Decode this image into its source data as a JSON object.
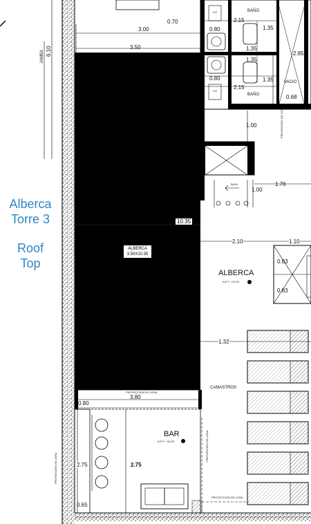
{
  "side_title": {
    "line1": "Alberca",
    "line2": "Torre 3",
    "line3": "Roof",
    "line4": "Top"
  },
  "dims": {
    "d300": "3.00",
    "d070": "0.70",
    "d350": "3.50",
    "d610": "6.10",
    "d215a": "2.15",
    "d135a": "1.35",
    "d080a": "0.80",
    "d135b": "1.35",
    "d135c": "1.35",
    "d080b": "0.80",
    "d215b": "2.15",
    "d135d": "1.35",
    "d285": "2.85",
    "d068": "0.68",
    "d100a": "1.00",
    "d176": "1.76",
    "d100b": "1.00",
    "d1035": "10.35",
    "d210": "2.10",
    "d110": "1.10",
    "d083a": "0.83",
    "d083b": "0.83",
    "d132": "1.32",
    "d080c": "0.80",
    "d380": "3.80",
    "d275a": "2.75",
    "d275b": "2.75",
    "d065": "0.65",
    "d08a": "0.8",
    "d08b": "0.8"
  },
  "labels": {
    "jamba": "JAMBA",
    "bano1": "BAÑO",
    "bano2": "BAÑO",
    "vacio": "VACIO",
    "alberca_small_1": "ALBERCA",
    "alberca_small_2": "3.50X10.35",
    "alberca_big": "ALBERCA",
    "npt_alberca": "N.P.T. +13.00",
    "camastros": "CAMASTROS",
    "bar": "BAR",
    "npt_bar": "N.P.T. +13.00",
    "proy_losa_1": "PROYECCION DE LOSA",
    "proy_losa_2": "PROYECCION DE LOSA",
    "proy_losa_3": "PROYECCION DE LOSA",
    "proy_losa_4": "PROYECCION DE LOSA",
    "proy_losa_5": "PROYECCION DE LOSA",
    "baja": "BAJA"
  }
}
